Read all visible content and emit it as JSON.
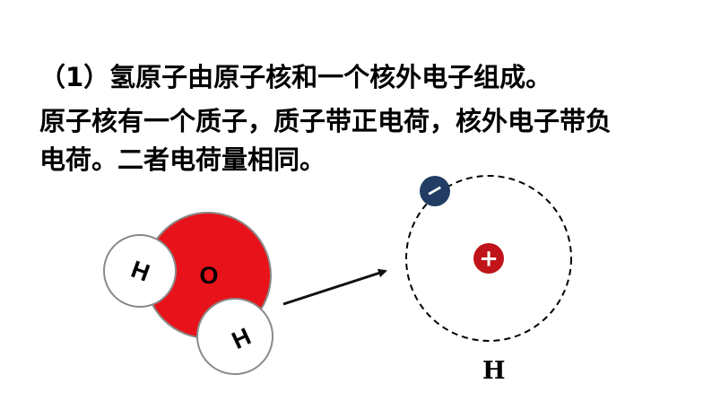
{
  "text": {
    "line1": "（1）氢原子由原子核和一个核外电子组成。",
    "line2": "原子核有一个质子，质子带正电荷，核外电子带负",
    "line3": "电荷。二者电荷量相同。"
  },
  "molecule": {
    "atom_h_top": "H",
    "atom_o": "O",
    "atom_h_bottom": "H"
  },
  "atom_model": {
    "electron_sign": "−",
    "proton_sign": "+",
    "caption": "H"
  },
  "colors": {
    "oxygen": "#e8131a",
    "hydrogen": "#ffffff",
    "electron": "#213d63",
    "proton": "#c0141a",
    "orbit": "#000000"
  }
}
